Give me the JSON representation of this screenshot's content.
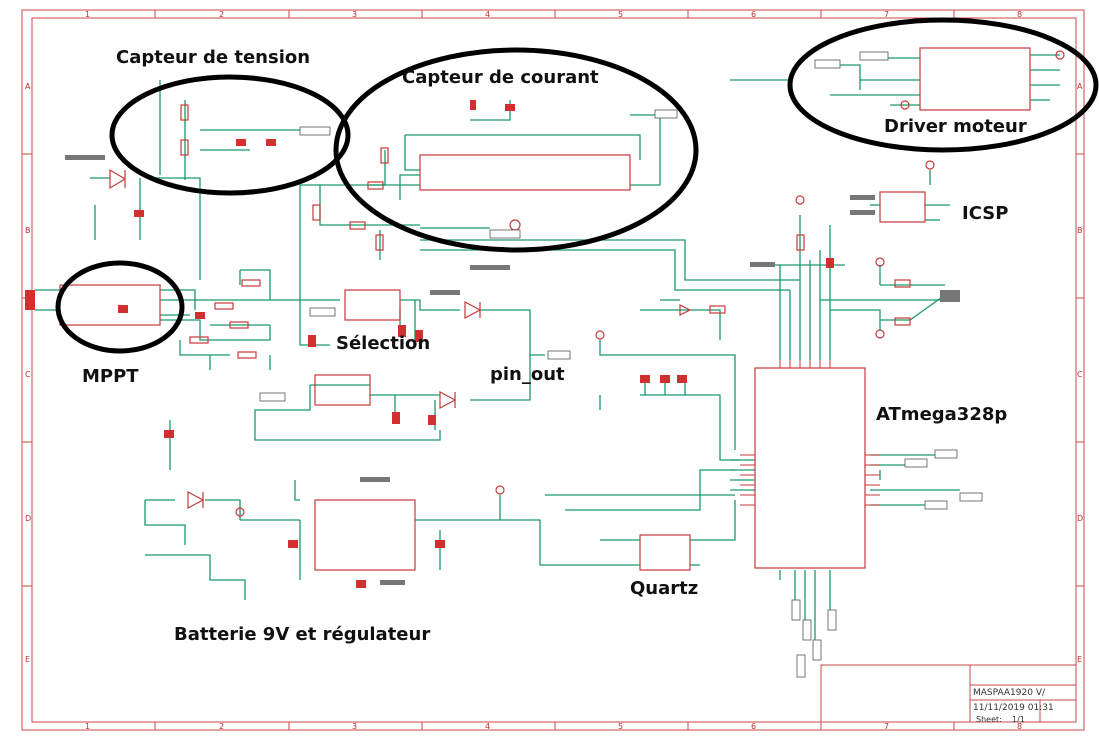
{
  "labels": {
    "voltage_sensor": "Capteur de tension",
    "current_sensor": "Capteur de courant",
    "motor_driver": "Driver moteur",
    "icsp": "ICSP",
    "mppt": "MPPT",
    "selection": "Sélection",
    "pin_out": "pin_out",
    "mcu": "ATmega328p",
    "quartz": "Quartz",
    "battery": "Batterie 9V et régulateur"
  },
  "title_block": {
    "name": "MASPAA1920 V/",
    "date": "11/11/2019 01:31",
    "sheet_label": "Sheet:",
    "sheet_value": "1/1"
  },
  "grid": {
    "columns": [
      "1",
      "2",
      "3",
      "4",
      "5",
      "6",
      "7",
      "8"
    ],
    "rows": [
      "A",
      "B",
      "C",
      "D",
      "E"
    ]
  },
  "colors": {
    "wire": "#1a9a6a",
    "component": "#c53a3a",
    "highlight": "#000000"
  }
}
